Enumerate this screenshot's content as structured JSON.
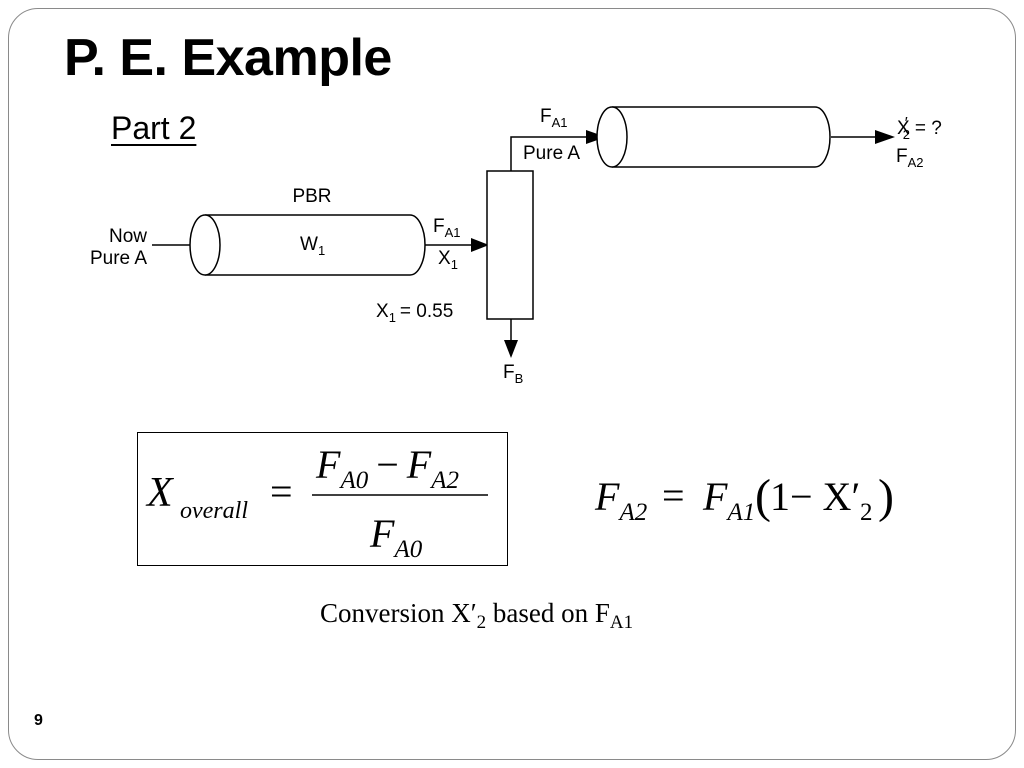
{
  "slide": {
    "title": "P. E. Example",
    "subtitle": "Part 2",
    "page_number": "9"
  },
  "diagram": {
    "inlet_line1": "Now",
    "inlet_line2": "Pure A",
    "reactor1_label": "PBR",
    "reactor1_weight": "W",
    "reactor1_weight_sub": "1",
    "stream1_flow": "F",
    "stream1_flow_sub": "A1",
    "stream1_conv": "X",
    "stream1_conv_sub": "1",
    "x1_value_label": "X",
    "x1_value_sub": "1",
    "x1_value_text": "= 0.55",
    "separator_bottom": "F",
    "separator_bottom_sub": "B",
    "stream2_flow": "F",
    "stream2_flow_sub": "A1",
    "stream2_note": "Pure A",
    "outlet_conv": "X",
    "outlet_conv_sub": "2",
    "outlet_conv_text": "= ?",
    "outlet_flow": "F",
    "outlet_flow_sub": "A2"
  },
  "equations": {
    "eq1_lhs": "X",
    "eq1_lhs_sub": "overall",
    "eq1_equals": "=",
    "eq1_num": "F",
    "eq1_num_sub1": "A0",
    "eq1_minus": "−",
    "eq1_num2": "F",
    "eq1_num_sub2": "A2",
    "eq1_den": "F",
    "eq1_den_sub": "A0",
    "eq2_lhs": "F",
    "eq2_lhs_sub": "A2",
    "eq2_equals": "=",
    "eq2_rhs": "F",
    "eq2_rhs_sub": "A1",
    "eq2_paren_content": "1− X′",
    "eq2_paren_sub": "2"
  },
  "caption": {
    "prefix": "Conversion X′",
    "prefix_sub": "2",
    "middle": " based on F",
    "suffix_sub": "A1"
  }
}
